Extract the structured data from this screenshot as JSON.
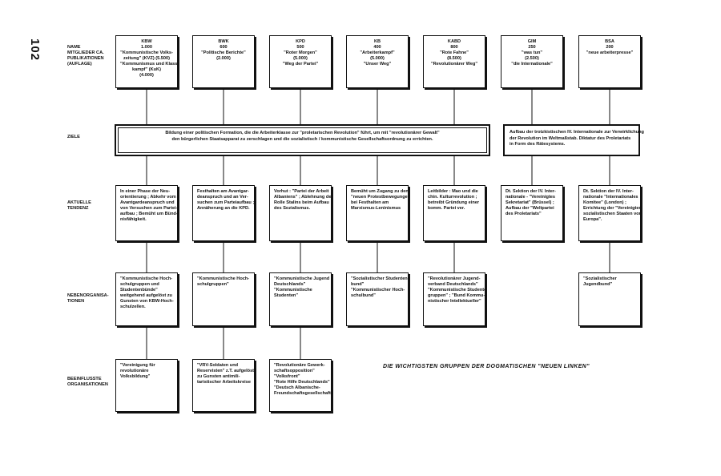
{
  "page_number": "102",
  "title": "DIE WICHTIGSTEN GRUPPEN DER DOGMATISCHEN \"NEUEN LINKEN\"",
  "row_labels": {
    "name": "NAME\nMITGLIEDER CA.\nPUBLIKATIONEN\n(AUFLAGE)",
    "ziele": "ZIELE",
    "tendenz": "AKTUELLE\nTENDENZ",
    "neben": "NEBENORGANISA-\nTIONEN",
    "beeinflusst": "BEEINFLUSSTE\nORGANISATIONEN"
  },
  "groups": [
    {
      "id": "kbw",
      "name_lines": [
        "KBW",
        "1.000",
        "\"Kommunistische Volks-",
        "zeitung\" (KVZ) (5.500)",
        "\"Kommunismus und Klassen-",
        "kampf\" (KuK)",
        "(4.000)"
      ]
    },
    {
      "id": "bwk",
      "name_lines": [
        "BWK",
        "600",
        "\"Politische Berichte\"",
        "(2.000)"
      ]
    },
    {
      "id": "kpd",
      "name_lines": [
        "KPD",
        "500",
        "\"Roter Morgen\"",
        "(5.000)",
        "\"Weg der Partei\""
      ]
    },
    {
      "id": "kb",
      "name_lines": [
        "KB",
        "400",
        "\"Arbeiterkampf\"",
        "(5.000)",
        "\"Unser Weg\""
      ]
    },
    {
      "id": "kabd",
      "name_lines": [
        "KABD",
        "800",
        "\"Rote Fahne\"",
        "(8.500)",
        "\"Revolutionärer Weg\""
      ]
    },
    {
      "id": "gim",
      "name_lines": [
        "GIM",
        "250",
        "\"was tun\"",
        "(2.500)",
        "\"die Internationale\""
      ]
    },
    {
      "id": "bsa",
      "name_lines": [
        "BSA",
        "200",
        "\"neue arbeiterpresse\""
      ]
    }
  ],
  "ziele": {
    "main_lines": [
      "Bildung einer politischen Formation, die die Arbeiterklasse zur \"proletarischen Revolution\" führt, um mit \"revolutionärer Gewalt\"",
      "den bürgerlichen Staatsapparat zu zerschlagen und die sozialistisch / kommunistische Gesellschaftsordnung zu errichten."
    ],
    "trotzkist_lines": [
      "Aufbau der trotzkistischen IV. Internationale zur Verwirklichung",
      "der Revolution im Weltmaßstab. Diktatur des Proletariats",
      "in Form des Rätesystems."
    ]
  },
  "tendenz": [
    {
      "id": "kbw",
      "lines": [
        "In einer Phase der Neu-",
        "orientierung ; Abkehr vom",
        "Avantgardeanspruch und",
        "von Versuchen zum Partei-",
        "aufbau ; Bemüht um Bünd-",
        "nisfähigkeit."
      ]
    },
    {
      "id": "bwk",
      "lines": [
        "Festhalten am Avantgar-",
        "deanspruch und an Ver-",
        "suchen zum Parteiaufbau ;",
        "Annäherung an die KPD."
      ]
    },
    {
      "id": "kpd",
      "lines": [
        "Vorhut : \"Partei der Arbeit",
        "Albaniens\" ; Ablehnung der",
        "Rolle Stalins beim Aufbau",
        "des Sozialismus."
      ]
    },
    {
      "id": "kb",
      "lines": [
        "Bemüht um Zugang zu den",
        "\"neuen Protestbewegungen\"",
        "bei Festhalten am",
        "Marxismus-Leninismus"
      ]
    },
    {
      "id": "kabd",
      "lines": [
        "Leitbilder : Mao und die",
        "chin. Kulturrevolution ;",
        "betreibt Gründung einer",
        "komm. Partei ver."
      ]
    },
    {
      "id": "gim",
      "lines": [
        "Dt. Sektion der IV. Inter-",
        "nationale - \"Vereinigtes",
        "Sekretariat\" (Brüssel) ;",
        "Aufbau der \"Weltpartei",
        "des Proletariats\""
      ]
    },
    {
      "id": "bsa",
      "lines": [
        "Dt. Sektion der IV. Inter-",
        "nationale \"Internationales",
        "Komitee\" (London) ;",
        "Errichtung der \"Vereinigten",
        "sozialistischen Staaten von",
        "Europa\"."
      ]
    }
  ],
  "neben": [
    {
      "id": "kbw",
      "lines": [
        "\"Kommunistische Hoch-",
        "schulgruppen und",
        "Studentenbünde\"",
        "weitgehend aufgelöst zu",
        "Gunsten von KBW-Hoch-",
        "schulzellen."
      ]
    },
    {
      "id": "bwk",
      "lines": [
        "\"Kommunistische Hoch-",
        "schulgruppen\""
      ]
    },
    {
      "id": "kpd",
      "lines": [
        "\"Kommunistische Jugend",
        "Deutschlands\"",
        "\"Kommunistische",
        "Studenten\""
      ]
    },
    {
      "id": "kb",
      "lines": [
        "\"Sozialistischer Studenten-",
        "bund\"",
        "\"Kommunistischer Hoch-",
        "schulbund\""
      ]
    },
    {
      "id": "kabd",
      "lines": [
        "\"Revolutionärer Jugend-",
        "verband Deutschlands\"",
        "\"Kommunistische Studenten-",
        "gruppen\" ; \"Bund Kommu-",
        "nistischer Intellektueller\""
      ]
    },
    {
      "id": "bsa",
      "lines": [
        "\"Sozialistischer",
        "Jugendbund\""
      ]
    }
  ],
  "beeinflusst": [
    {
      "id": "kbw",
      "lines": [
        "\"Vereinigung für",
        "revolutionäre",
        "Volksbildung\""
      ]
    },
    {
      "id": "bwk",
      "lines": [
        "\"VRV-Soldaten und",
        "Reservisten\" z.T. aufgelöst",
        "zu Gunsten antimili-",
        "taristischer Arbeitskreise"
      ]
    },
    {
      "id": "kpd",
      "lines": [
        "\"Revolutionäre Gewerk-",
        "schaftsopposition\"",
        "\"Volksfront\"",
        "\"Rote Hilfe Deutschlands\"",
        "\"Deutsch Albanische-",
        "Freundschaftsgesellschaft\""
      ]
    }
  ]
}
